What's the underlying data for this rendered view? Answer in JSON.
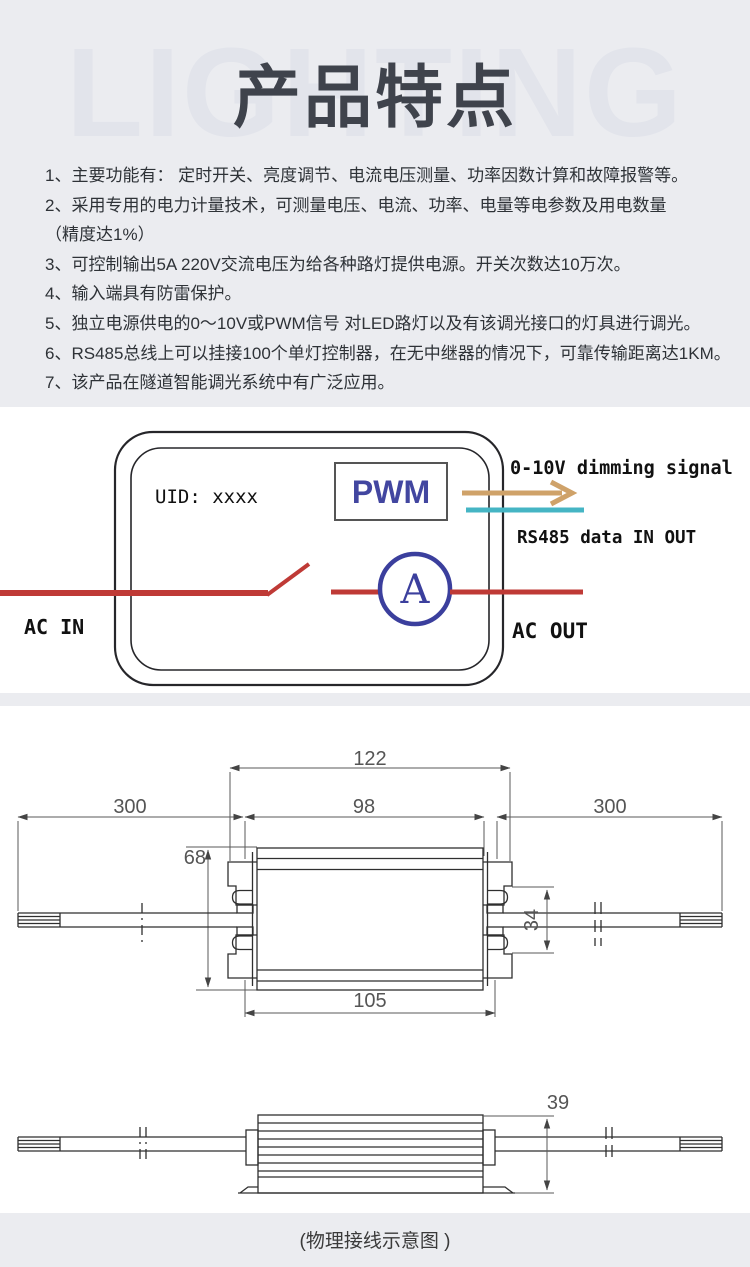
{
  "hero": {
    "watermark": "LIGHTING",
    "title": "产品特点",
    "features": [
      "1、主要功能有：  定时开关、亮度调节、电流电压测量、功率因数计算和故障报警等。",
      "2、采用专用的电力计量技术，可测量电压、电流、功率、电量等电参数及用电数量",
      "（精度达1%）",
      "3、可控制输出5A 220V交流电压为给各种路灯提供电源。开关次数达10万次。",
      "4、输入端具有防雷保护。",
      "5、独立电源供电的0～10V或PWM信号 对LED路灯以及有该调光接口的灯具进行调光。",
      "6、RS485总线上可以挂接100个单灯控制器，在无中继器的情况下，可靠传输距离达1KM。",
      "7、该产品在隧道智能调光系统中有广泛应用。"
    ]
  },
  "wiring_diagram": {
    "uid_label": "UID: xxxx",
    "pwm_label": "PWM",
    "ammeter_label": "A",
    "dimming_label": "0-10V dimming signal",
    "rs485_label": "RS485 data IN OUT",
    "ac_in_label": "AC IN",
    "ac_out_label": "AC OUT",
    "colors": {
      "ac_line": "#bf3a36",
      "meter_blue": "#3b3f9d",
      "pwm_text": "#4246a0",
      "dimming_arrow": "#cfa269",
      "rs485_line": "#45b5c4"
    }
  },
  "dimensions": {
    "top_view": {
      "overall_width": "122",
      "body_width": "98",
      "left_wire": "300",
      "right_wire": "300",
      "height": "68",
      "slot_height": "34",
      "base_width": "105"
    },
    "side_view": {
      "height": "39"
    },
    "caption": "(物理接线示意图 )"
  }
}
